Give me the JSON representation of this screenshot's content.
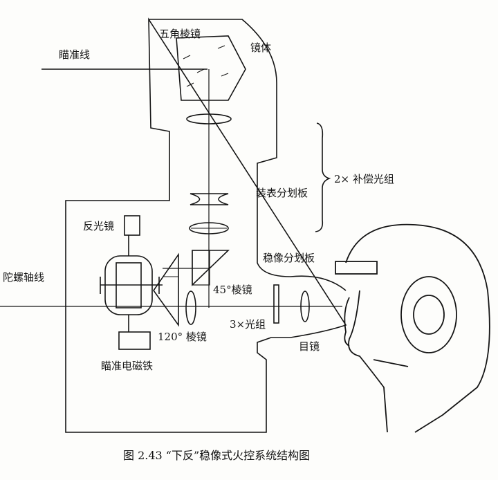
{
  "labels": {
    "pentaprism": "五角棱镜",
    "body": "镜体",
    "sight_line": "瞄准线",
    "compensation": "2× 补偿光组",
    "reticle_mount": "装表分划板",
    "reflector": "反光镜",
    "stab_reticle": "稳像分划板",
    "gyro_axis": "陀螺轴线",
    "prism45": "45°棱镜",
    "optics3x": "3×光组",
    "prism120": "120° 棱镜",
    "eyepiece": "目镜",
    "magnet": "瞄准电磁铁"
  },
  "caption": "图 2.43 “下反”稳像式火控系统结构图",
  "colors": {
    "ink": "#151515",
    "paper": "#fdfdfb"
  }
}
